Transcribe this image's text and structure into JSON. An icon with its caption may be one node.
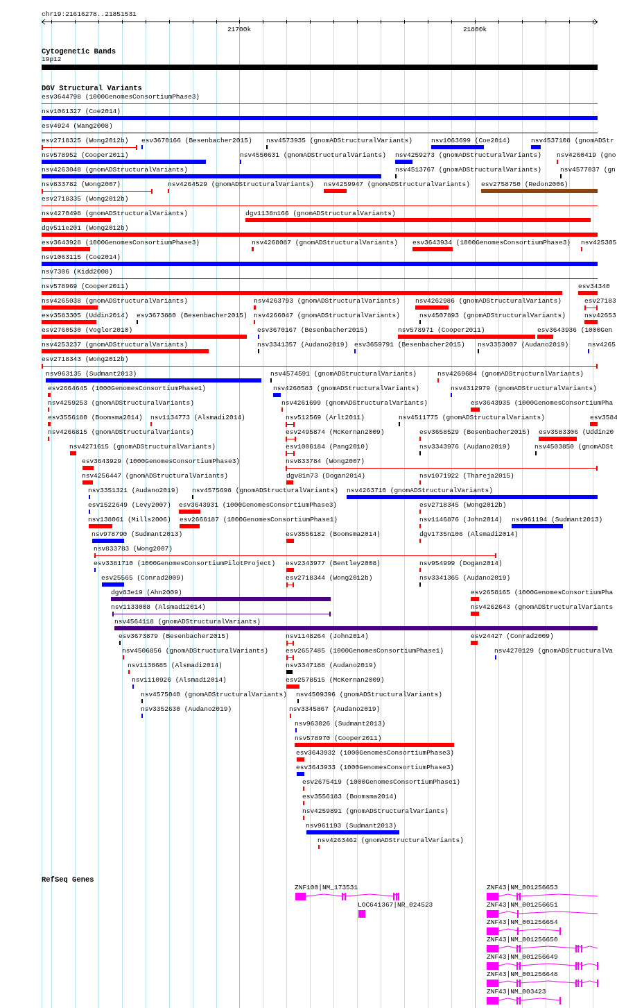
{
  "diagram": {
    "labels": [
      "chr19:21616278..21851531",
      "21700k",
      "21800k",
      "Cytogenetic Bands",
      "19p12",
      "DGV Structural Variants",
      "esv3644798 (1000GenomesConsortiumPhase3)",
      "nsv1061327 (Coe2014)",
      "esv4924 (Wang2008)",
      "esv2718325 (Wong2012b)",
      "esv3670166 (Besenbacher2015)",
      "nsv4573935 (gnomADStructuralVariants)",
      "nsv1063699 (Coe2014)",
      "nsv4537108 (gnomADStr",
      "nsv578952 (Cooper2011)",
      "nsv4550631 (gnomADStructuralVariants)",
      "nsv4259273 (gnomADStructuralVariants)",
      "nsv4260419 (gno",
      "nsv4263048 (gnomADStructuralVariants)",
      "nsv4513767 (gnomADStructuralVariants)",
      "nsv4577037 (gn",
      "nsv833782 (Wong2007)",
      "nsv4264529 (gnomADStructuralVariants)",
      "nsv4259947 (gnomADStructuralVariants)",
      "esv2758750 (Redon2006)",
      "esv2718335 (Wong2012b)",
      "nsv4270498 (gnomADStructuralVariants)",
      "dgv1138n166 (gnomADStructuralVariants)",
      "dgv511e201 (Wong2012b)",
      "esv3643928 (1000GenomesConsortiumPhase3)",
      "nsv4268087 (gnomADStructuralVariants)",
      "esv3643934 (1000GenomesConsortiumPhase3)",
      "nsv425305",
      "nsv1063115 (Coe2014)",
      "nsv7306 (Kidd2008)",
      "nsv578969 (Cooper2011)",
      "esv34340",
      "nsv4265038 (gnomADStructuralVariants)",
      "nsv4263793 (gnomADStructuralVariants)",
      "nsv4262986 (gnomADStructuralVariants)",
      "esv27183",
      "esv3583305 (Uddin2014)",
      "esv3673880 (Besenbacher2015)",
      "nsv4266047 (gnomADStructuralVariants)",
      "nsv4507893 (gnomADStructuralVariants)",
      "nsv42653",
      "esv2760530 (Vogler2010)",
      "esv3670167 (Besenbacher2015)",
      "nsv578971 (Cooper2011)",
      "esv3643936 (1000Gen",
      "nsv4253237 (gnomADStructuralVariants)",
      "nsv3341357 (Audano2019)",
      "esv3659791 (Besenbacher2015)",
      "nsv3353007 (Audano2019)",
      "nsv4265",
      "esv2718343 (Wong2012b)",
      "nsv963135 (Sudmant2013)",
      "nsv4574591 (gnomADStructuralVariants)",
      "nsv4269684 (gnomADStructuralVariants)",
      "esv2664645 (1000GenomesConsortiumPhase1)",
      "nsv4260583 (gnomADStructuralVariants)",
      "nsv4312979 (gnomADStructuralVariants)",
      "nsv4259253 (gnomADStructuralVariants)",
      "nsv4261699 (gnomADStructuralVariants)",
      "esv3643935 (1000GenomesConsortiumPha",
      "esv3556180 (Boomsma2014)",
      "nsv1134773 (Alsmadi2014)",
      "nsv512569 (Arlt2011)",
      "nsv4511775 (gnomADStructuralVariants)",
      "esv3584",
      "nsv4266815 (gnomADStructuralVariants)",
      "esv2495874 (McKernan2009)",
      "esv3658529 (Besenbacher2015)",
      "esv3583306 (Uddin20",
      "nsv4271615 (gnomADStructuralVariants)",
      "esv1006184 (Pang2010)",
      "nsv3343976 (Audano2019)",
      "nsv4503850 (gnomADSt",
      "esv3643929 (1000GenomesConsortiumPhase3)",
      "nsv833784 (Wong2007)",
      "nsv4256447 (gnomADStructuralVariants)",
      "dgv81n73 (Dogan2014)",
      "nsv1071922 (Thareja2015)",
      "nsv3351321 (Audano2019)",
      "nsv4575698 (gnomADStructuralVariants)",
      "nsv4263710 (gnomADStructuralVariants)",
      "esv1522649 (Levy2007)",
      "esv3643931 (1000GenomesConsortiumPhase3)",
      "esv2718345 (Wong2012b)",
      "nsv138061 (Mills2006)",
      "esv2666187 (1000GenomesConsortiumPhase1)",
      "nsv1146876 (John2014)",
      "nsv961194 (Sudmant2013)",
      "nsv978790 (Sudmant2013)",
      "esv3556182 (Boomsma2014)",
      "dgv1735n106 (Alsmadi2014)",
      "nsv833783 (Wong2007)",
      "esv3381710 (1000GenomesConsortiumPilotProject)",
      "esv2343977 (Bentley2008)",
      "nsv954999 (Dogan2014)",
      "esv25565 (Conrad2009)",
      "esv2718344 (Wong2012b)",
      "nsv3341365 (Audano2019)",
      "dgv83e19 (Ahn2009)",
      "esv2658165 (1000GenomesConsortiumPha",
      "nsv1133008 (Alsmadi2014)",
      "nsv4262643 (gnomADStructuralVariants",
      "nsv4564118 (gnomADStructuralVariants)",
      "esv3673879 (Besenbacher2015)",
      "nsv1148264 (John2014)",
      "esv24427 (Conrad2009)",
      "nsv4506856 (gnomADStructuralVariants)",
      "esv2657485 (1000GenomesConsortiumPhase1)",
      "nsv4270129 (gnomADStructuralVa",
      "nsv1138685 (Alsmadi2014)",
      "nsv3347188 (Audano2019)",
      "nsv1110926 (Alsmadi2014)",
      "esv2578515 (McKernan2009)",
      "nsv4575040 (gnomADStructuralVariants)",
      "nsv4509396 (gnomADStructuralVariants)",
      "nsv3352630 (Audano2019)",
      "nsv3345867 (Audano2019)",
      "nsv963026 (Sudmant2013)",
      "nsv578970 (Cooper2011)",
      "esv3643932 (1000GenomesConsortiumPhase3)",
      "esv3643933 (1000GenomesConsortiumPhase3)",
      "esv2675419 (1000GenomesConsortiumPhase1)",
      "esv3556183 (Boomsma2014)",
      "nsv4259891 (gnomADStructuralVariants)",
      "nsv961193 (Sudmant2013)",
      "nsv4263462 (gnomADStructuralVariants)",
      "RefSeq Genes",
      "ZNF100|NM_173531",
      "LOC641367|NR_024523",
      "ZNF43|NM_001256653",
      "ZNF43|NM_001256651",
      "ZNF43|NM_001256654",
      "ZNF43|NM_001256650",
      "ZNF43|NM_001256649",
      "ZNF43|NM_001256648",
      "ZNF43|NM_003423"
    ]
  }
}
